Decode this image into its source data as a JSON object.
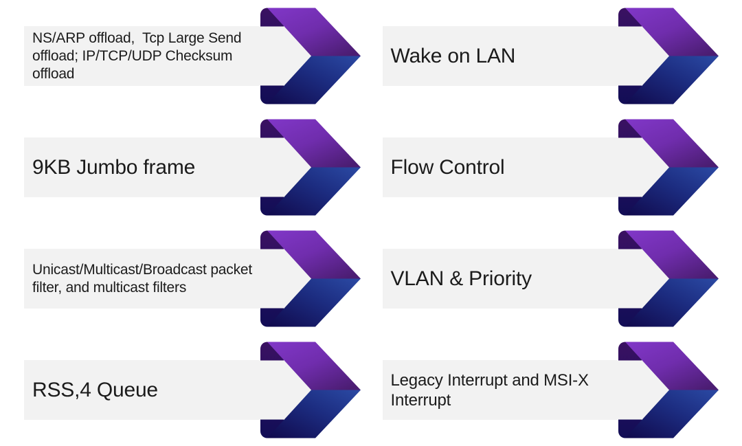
{
  "slide": {
    "background": "#ffffff",
    "arrow_icon": "chevron-arrow-icon"
  },
  "colors": {
    "page_bg": "#ffffff",
    "box_bg": "#f2f2f2",
    "text": "#1b1b1b",
    "purple_light": "#8137c8",
    "purple_mid": "#702dad",
    "purple_dark": "#4b1d72",
    "blue_dark": "#10094c",
    "blue_mid": "#1c2c80",
    "blue_light": "#2b4aa4",
    "fold_purple": "#3b1161",
    "fold_mid": "#241060",
    "fold_navy": "#120d55"
  },
  "grid": {
    "rows": [
      {
        "left": {
          "label": "NS/ARP offload,  Tcp Large Send offload; IP/TCP/UDP Checksum offload"
        },
        "right": {
          "label": "Wake on LAN"
        }
      },
      {
        "left": {
          "label": "9KB Jumbo frame"
        },
        "right": {
          "label": "Flow Control"
        }
      },
      {
        "left": {
          "label": "Unicast/Multicast/Broadcast packet filter, and multicast filters"
        },
        "right": {
          "label": "VLAN & Priority"
        }
      },
      {
        "left": {
          "label": "RSS,4 Queue"
        },
        "right": {
          "label": "Legacy Interrupt and MSI-X Interrupt"
        }
      }
    ]
  }
}
